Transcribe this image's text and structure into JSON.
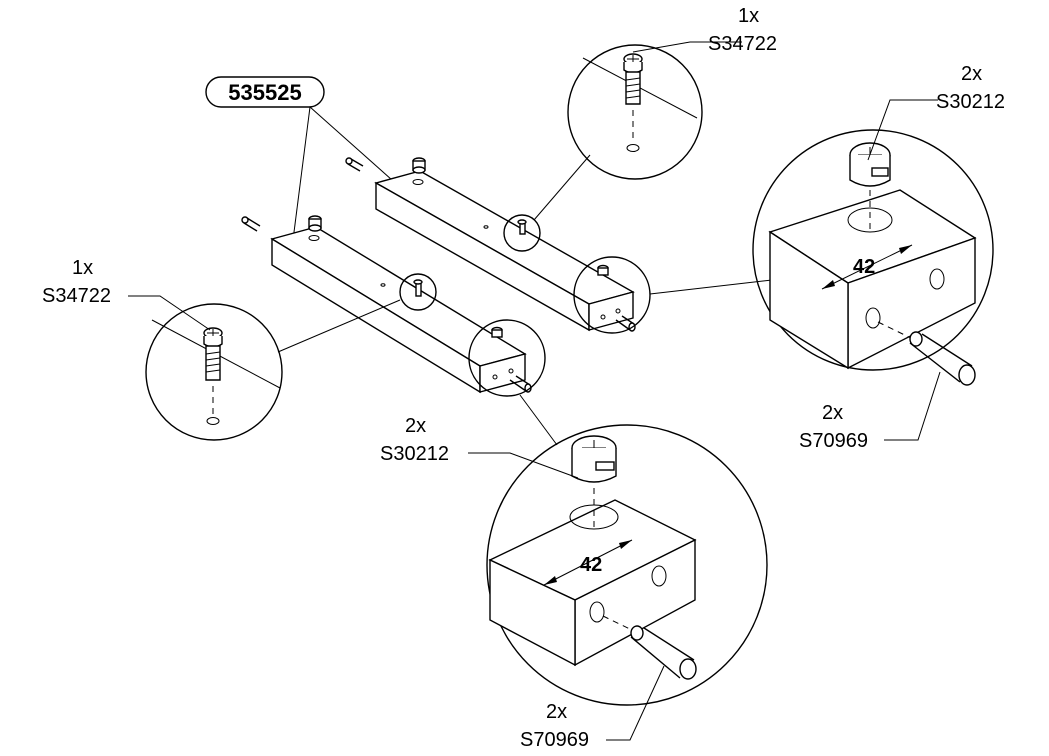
{
  "part_number": "535525",
  "callouts": {
    "top_screw": {
      "qty": "1x",
      "code": "S34722"
    },
    "left_screw": {
      "qty": "1x",
      "code": "S34722"
    },
    "right_cam": {
      "qty": "2x",
      "code": "S30212"
    },
    "right_dowel": {
      "qty": "2x",
      "code": "S70969"
    },
    "bottom_cam": {
      "qty": "2x",
      "code": "S30212"
    },
    "bottom_dowel": {
      "qty": "2x",
      "code": "S70969"
    }
  },
  "dimensions": {
    "right_detail": "42",
    "bottom_detail": "42"
  }
}
